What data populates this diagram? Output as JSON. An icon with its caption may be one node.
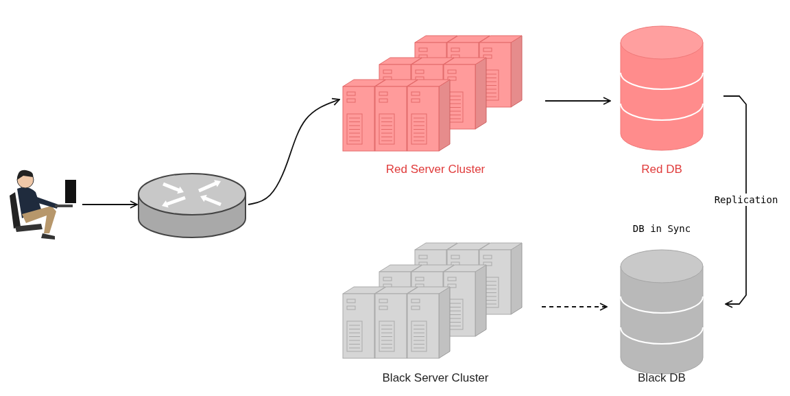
{
  "diagram": {
    "nodes": [
      {
        "text": [],
        "shape": "picture"
      },
      {
        "text": [],
        "shape": "picture"
      },
      {
        "text": [
          "Red Server Cluster"
        ]
      },
      {
        "text": [
          "Red DB"
        ]
      },
      {
        "text": [
          "Black Server Cluster"
        ]
      },
      {
        "text": [
          "Black DB"
        ],
        "beside": [
          "DB in Sync"
        ]
      }
    ],
    "edges": [
      {
        "from": 0,
        "to": 1,
        "arrow": "to"
      },
      {
        "from": 1,
        "to": 2,
        "arrow": "to"
      },
      {
        "from": 2,
        "to": 3,
        "arrow": "to"
      },
      {
        "from": 3,
        "to": 5,
        "arrow": "to",
        "label": "Replication"
      },
      {
        "from": 4,
        "to": 5,
        "arrow": "to",
        "style": "dashed"
      }
    ]
  }
}
